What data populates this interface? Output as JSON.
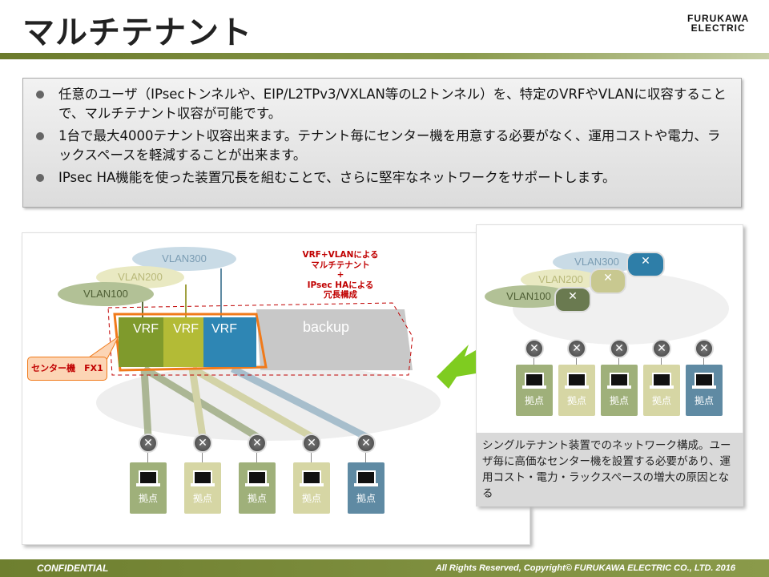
{
  "title": "マルチテナント",
  "logo": {
    "line1": "FURUKAWA",
    "line2": "ELECTRIC"
  },
  "bullets": [
    "任意のユーザ（IPsecトンネルや、EIP/L2TPv3/VXLAN等のL2トンネル）を、特定のVRFやVLANに収容することで、マルチテナント収容が可能です。",
    "1台で最大4000テナント収容出来ます。テナント毎にセンター機を用意する必要がなく、運用コストや電力、ラックスペースを軽減することが出来ます。",
    "IPsec HA機能を使った装置冗長を組むことで、さらに堅牢なネットワークをサポートします。"
  ],
  "left": {
    "clouds": [
      "VLAN300",
      "VLAN200",
      "VLAN100"
    ],
    "vrf": "VRF",
    "backup": "backup",
    "callout": "センター機　FX1",
    "note": [
      "VRF+VLANによる",
      "マルチテナント",
      "+",
      "IPsec HAによる",
      "冗長構成"
    ],
    "site_label": "拠点"
  },
  "right": {
    "clouds": [
      "VLAN300",
      "VLAN200",
      "VLAN100"
    ],
    "site_label": "拠点",
    "caption": "シングルテナント装置でのネットワーク構成。ユーザ毎に高価なセンター機を設置する必要があり、運用コスト・電力・ラックスペースの増大の原因となる"
  },
  "footer": {
    "left": "CONFIDENTIAL",
    "right": "All Rights Reserved,  Copyright© FURUKAWA ELECTRIC CO., LTD. 2016"
  },
  "colors": {
    "green": "#9fb07a",
    "tan": "#d6d6a4",
    "blue": "#5f8aa3",
    "accent": "#c00000",
    "orange": "#f07a1a"
  }
}
